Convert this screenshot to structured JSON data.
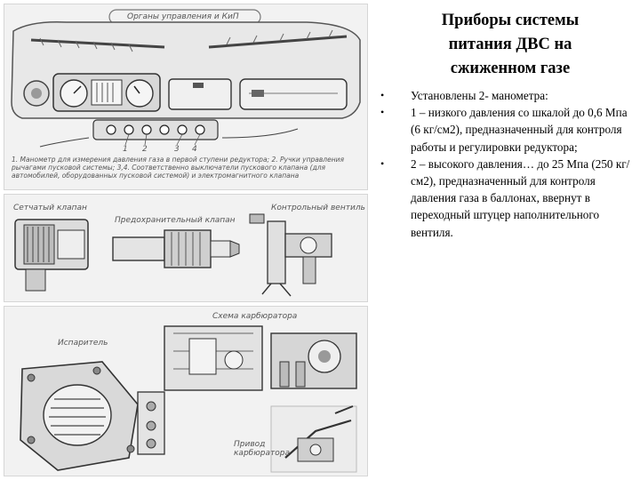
{
  "slide": {
    "title": "Приборы системы\nпитания ДВС на\nсжиженном газе",
    "bullets": [
      "Установлены 2- манометра:",
      "1 – низкого давления со шкалой до 0,6 Мпа (6 кг/см2), предназначенный для контроля работы и регулировки редуктора;",
      "2 – высокого давления… до 25 Мпа (250 кг/см2), предназначенный для контроля давления газа в баллонах, ввернут в переходный штуцер наполнительного вентиля."
    ],
    "bullet_symbol": "•"
  },
  "illustration": {
    "panel1": {
      "header": "Органы управления и КиП",
      "numbers": [
        "1",
        "2",
        "3",
        "4"
      ],
      "caption": "1. Манометр для измерения давления газа в первой ступени редуктора; 2. Ручки управления рычагами пусковой системы; 3,4. Соответственно выключатели пускового клапана (для автомобилей, оборудованных пусковой системой) и электромагнитного клапана"
    },
    "panel2": {
      "label_left": "Сетчатый клапан",
      "label_mid": "Предохранительный клапан",
      "label_right": "Контрольный вентиль"
    },
    "panel3": {
      "label_top": "Схема карбюратора",
      "label_left": "Испаритель",
      "label_bottom": "Привод карбюратора"
    }
  }
}
